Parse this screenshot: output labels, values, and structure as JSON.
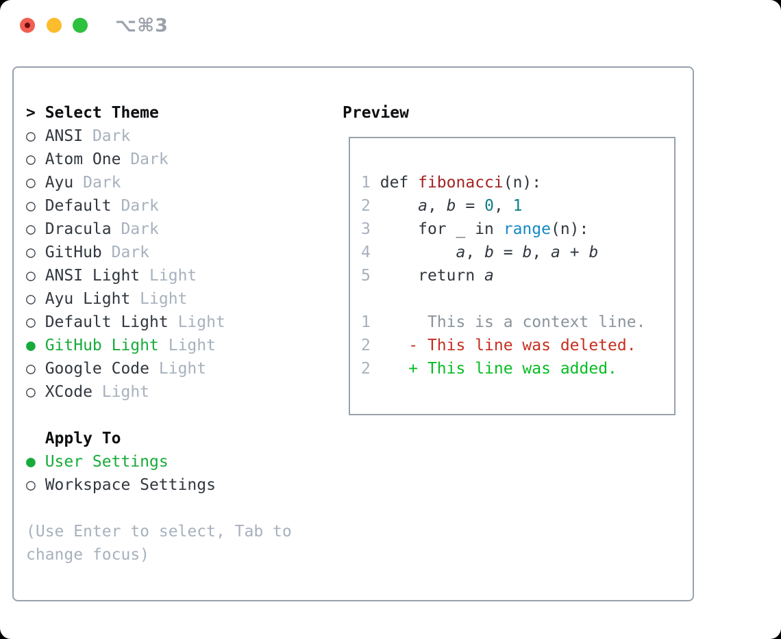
{
  "window": {
    "title": "⌥⌘3"
  },
  "markers": {
    "selected": "●",
    "unselected": "○"
  },
  "theme_panel": {
    "heading_prefix": ">",
    "heading": "Select Theme",
    "items": [
      {
        "name": "ANSI",
        "tag": "Dark",
        "selected": false
      },
      {
        "name": "Atom One",
        "tag": "Dark",
        "selected": false
      },
      {
        "name": "Ayu",
        "tag": "Dark",
        "selected": false
      },
      {
        "name": "Default",
        "tag": "Dark",
        "selected": false
      },
      {
        "name": "Dracula",
        "tag": "Dark",
        "selected": false
      },
      {
        "name": "GitHub",
        "tag": "Dark",
        "selected": false
      },
      {
        "name": "ANSI Light",
        "tag": "Light",
        "selected": false
      },
      {
        "name": "Ayu Light",
        "tag": "Light",
        "selected": false
      },
      {
        "name": "Default Light",
        "tag": "Light",
        "selected": false
      },
      {
        "name": "GitHub Light",
        "tag": "Light",
        "selected": true
      },
      {
        "name": "Google Code",
        "tag": "Light",
        "selected": false
      },
      {
        "name": "XCode",
        "tag": "Light",
        "selected": false
      }
    ],
    "apply_to_heading": "Apply To",
    "apply_to_options": [
      {
        "name": "User Settings",
        "selected": true
      },
      {
        "name": "Workspace Settings",
        "selected": false
      }
    ],
    "hint_lines": [
      "(Use Enter to select, Tab to",
      "change focus)"
    ]
  },
  "preview": {
    "heading": "Preview",
    "code_lines": [
      {
        "num": "1",
        "segments": [
          {
            "t": "def ",
            "c": "code"
          },
          {
            "t": "fibonacci",
            "c": "func"
          },
          {
            "t": "(n):",
            "c": "code"
          }
        ]
      },
      {
        "num": "2",
        "segments": [
          {
            "t": "    ",
            "c": "code"
          },
          {
            "t": "a",
            "c": "var"
          },
          {
            "t": ", ",
            "c": "code"
          },
          {
            "t": "b",
            "c": "var"
          },
          {
            "t": " = ",
            "c": "code"
          },
          {
            "t": "0",
            "c": "num"
          },
          {
            "t": ", ",
            "c": "code"
          },
          {
            "t": "1",
            "c": "num"
          }
        ]
      },
      {
        "num": "3",
        "segments": [
          {
            "t": "    for _ in ",
            "c": "code"
          },
          {
            "t": "range",
            "c": "builtin"
          },
          {
            "t": "(n):",
            "c": "code"
          }
        ]
      },
      {
        "num": "4",
        "segments": [
          {
            "t": "        ",
            "c": "code"
          },
          {
            "t": "a",
            "c": "var"
          },
          {
            "t": ", ",
            "c": "code"
          },
          {
            "t": "b",
            "c": "var"
          },
          {
            "t": " = ",
            "c": "code"
          },
          {
            "t": "b",
            "c": "var"
          },
          {
            "t": ", ",
            "c": "code"
          },
          {
            "t": "a",
            "c": "var"
          },
          {
            "t": " + ",
            "c": "code"
          },
          {
            "t": "b",
            "c": "var"
          }
        ]
      },
      {
        "num": "5",
        "segments": [
          {
            "t": "    return ",
            "c": "code"
          },
          {
            "t": "a",
            "c": "var"
          }
        ]
      }
    ],
    "diff_lines": [
      {
        "num": "1",
        "segments": [
          {
            "t": "     ",
            "c": "code"
          },
          {
            "t": "This is a context line.",
            "c": "ctx"
          }
        ]
      },
      {
        "num": "2",
        "segments": [
          {
            "t": "   ",
            "c": "code"
          },
          {
            "t": "- This line was deleted.",
            "c": "del"
          }
        ]
      },
      {
        "num": "2",
        "segments": [
          {
            "t": "   ",
            "c": "code"
          },
          {
            "t": "+ This line was added.",
            "c": "add"
          }
        ]
      }
    ]
  },
  "colors": {
    "selected_green": "#17ab3a",
    "diff_added_green": "#06bd22",
    "diff_deleted_red": "#c52e1f",
    "function_red": "#a32222",
    "number_teal": "#0e7e86",
    "builtin_blue": "#1489c4",
    "context_gray": "#8b939c",
    "muted_gray": "#a7b1bd",
    "text_dark": "#31373e",
    "heading_black": "#0c0e10",
    "border_gray": "#98a1ac",
    "traffic_red": "#f15e52",
    "traffic_red_dot": "#6e0c0c",
    "traffic_yellow": "#fbbd2c",
    "traffic_green": "#2ec13d",
    "title_gray": "#9aa1a9"
  }
}
